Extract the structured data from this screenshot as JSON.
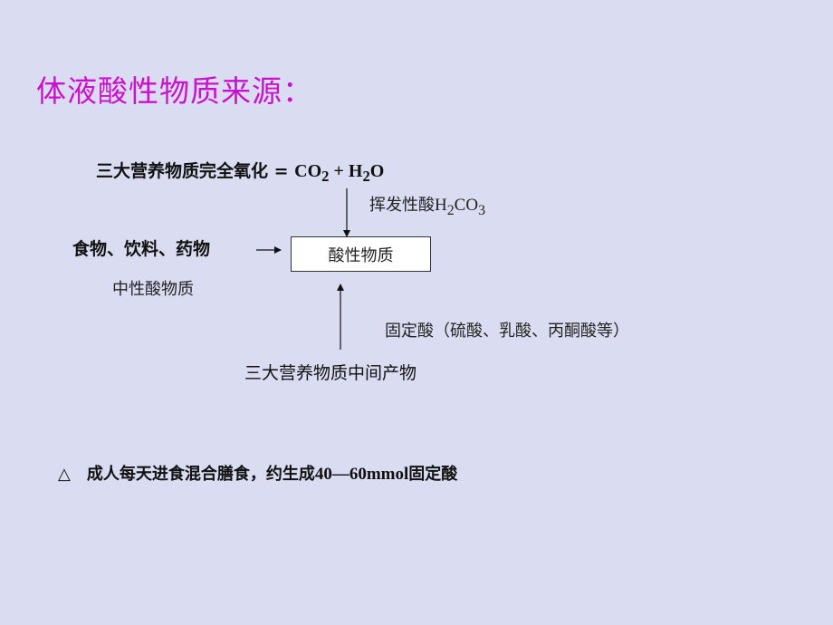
{
  "slide": {
    "title": "体液酸性物质来源：",
    "title_color": "#cc11cc",
    "background_color": "#dadcf2"
  },
  "diagram": {
    "oxidation_label": "三大营养物质完全氧化 = ",
    "oxidation_products": {
      "co2_base": "CO",
      "co2_sub": "2",
      "plus": " + H",
      "h2o_sub": "2",
      "h2o_tail": "O"
    },
    "volatile_acid": {
      "label": "挥发性酸",
      "formula_h": "H",
      "formula_h_sub": "2",
      "formula_co": "CO",
      "formula_co_sub": "3"
    },
    "food_sources": "食物、饮料、药物",
    "neutral_note": "中性酸物质",
    "center_box": "酸性物质",
    "fixed_acid": "固定酸（硫酸、乳酸、丙酮酸等）",
    "intermediate": "三大营养物质中间产物"
  },
  "note": {
    "bullet_icon": "△",
    "text": "成人每天进食混合膳食，约生成",
    "amount": "40—60mmol",
    "tail": "固定酸"
  }
}
